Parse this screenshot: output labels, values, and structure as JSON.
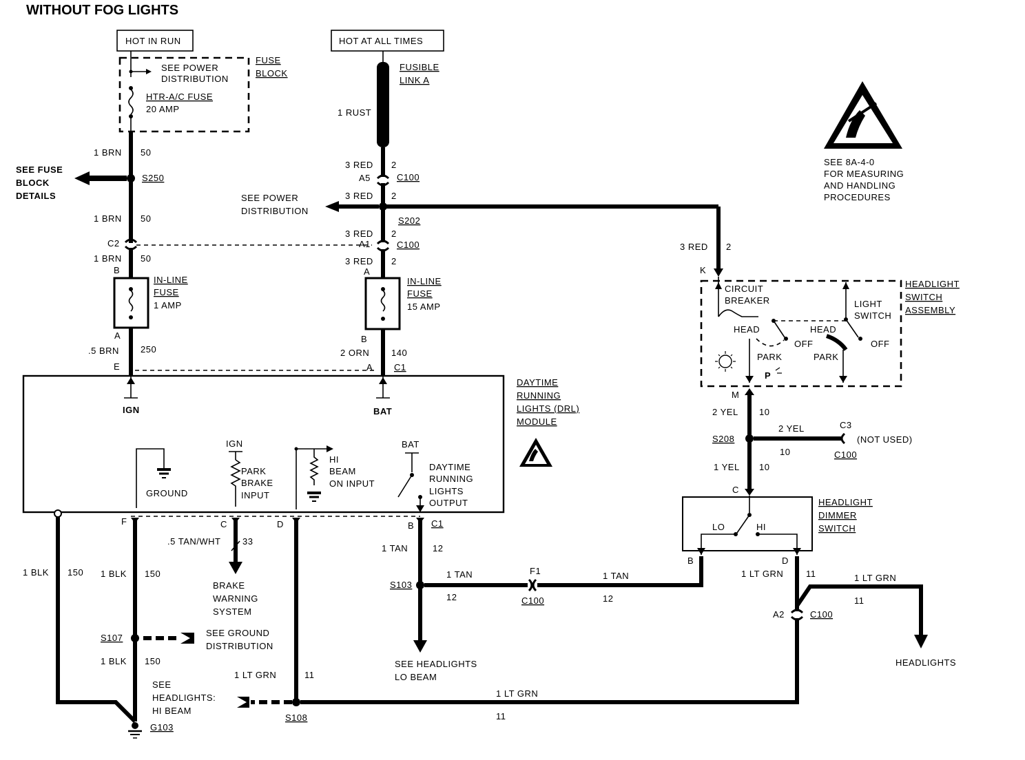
{
  "title": "WITHOUT FOG LIGHTS",
  "sources": {
    "hot_in_run": "HOT IN RUN",
    "hot_at_all_times": "HOT AT ALL TIMES"
  },
  "fuse_block": {
    "label_1": "FUSE",
    "label_2": "BLOCK",
    "see_power_1": "SEE POWER",
    "see_power_2": "DISTRIBUTION",
    "fuse_name": "HTR-A/C FUSE",
    "fuse_rating": "20 AMP"
  },
  "fusible_link": {
    "line1": "FUSIBLE",
    "line2": "LINK A",
    "wire": "1 RUST"
  },
  "esd": {
    "line1": "SEE 8A-4-0",
    "line2": "FOR MEASURING",
    "line3": "AND HANDLING",
    "line4": "PROCEDURES"
  },
  "left_branch": {
    "see_fuse_1": "SEE FUSE",
    "see_fuse_2": "BLOCK",
    "see_fuse_3": "DETAILS",
    "w1": "1 BRN",
    "c1": "50",
    "s250": "S250",
    "w2": "1 BRN",
    "c2": "50",
    "c2_conn": "C2",
    "w3": "1 BRN",
    "c3": "50",
    "pin_b": "B",
    "fuse_1": "IN-LINE",
    "fuse_2": "FUSE",
    "fuse_3": "1 AMP",
    "pin_a": "A",
    "w4": ".5 BRN",
    "c4": "250",
    "pin_e": "E"
  },
  "center_branch": {
    "w1": "3 RED",
    "c1": "2",
    "a5": "A5",
    "c100a": "C100",
    "w2": "3 RED",
    "c2": "2",
    "see_power_1": "SEE POWER",
    "see_power_2": "DISTRIBUTION",
    "s202": "S202",
    "w3": "3 RED",
    "c3": "2",
    "a1": "A1",
    "c100b": "C100",
    "w4": "3 RED",
    "c4": "2",
    "pin_a": "A",
    "fuse_1": "IN-LINE",
    "fuse_2": "FUSE",
    "fuse_3": "15 AMP",
    "pin_b": "B",
    "w5": "2 ORN",
    "c5": "140",
    "pin_a2": "A",
    "c1_conn": "C1"
  },
  "drl_module": {
    "label_1": "DAYTIME",
    "label_2": "RUNNING",
    "label_3": "LIGHTS (DRL)",
    "label_4": "MODULE",
    "ign": "IGN",
    "bat": "BAT",
    "ground": "GROUND",
    "ign2": "IGN",
    "park_1": "PARK",
    "park_2": "BRAKE",
    "park_3": "INPUT",
    "hi_1": "HI",
    "hi_2": "BEAM",
    "hi_3": "ON INPUT",
    "bat2": "BAT",
    "drl_1": "DAYTIME",
    "drl_2": "RUNNING",
    "drl_3": "LIGHTS",
    "drl_4": "OUTPUT"
  },
  "headlight_switch": {
    "w": "3 RED",
    "c": "2",
    "pin_k": "K",
    "cb_1": "CIRCUIT",
    "cb_2": "BREAKER",
    "head1": "HEAD",
    "off1": "OFF",
    "park1": "PARK",
    "ls_1": "LIGHT",
    "ls_2": "SWITCH",
    "head2": "HEAD",
    "off2": "OFF",
    "park2": "PARK",
    "asm_1": "HEADLIGHT",
    "asm_2": "SWITCH",
    "asm_3": "ASSEMBLY",
    "p_symbol": "P",
    "pin_m": "M"
  },
  "yel_branch": {
    "w1": "2 YEL",
    "c1": "10",
    "s208": "S208",
    "w2": "2 YEL",
    "c2": "10",
    "c3": "C3",
    "not_used": "(NOT USED)",
    "c100": "C100",
    "w3": "1 YEL",
    "c3b": "10",
    "pin_c": "C"
  },
  "dimmer": {
    "label_1": "HEADLIGHT",
    "label_2": "DIMMER",
    "label_3": "SWITCH",
    "lo": "LO",
    "hi": "HI",
    "pin_b": "B",
    "pin_d": "D"
  },
  "bottom": {
    "f": "F",
    "c1": "C1",
    "pin_c": "C",
    "pin_d": "D",
    "pin_b": "B",
    "w_blk1": "1 BLK",
    "c_blk1": "150",
    "w_blk2": "1 BLK",
    "c_blk2": "150",
    "w_tan": ".5 TAN/WHT",
    "c_tan": "33",
    "bw_1": "BRAKE",
    "bw_2": "WARNING",
    "bw_3": "SYSTEM",
    "s107": "S107",
    "see_gnd_1": "SEE GROUND",
    "see_gnd_2": "DISTRIBUTION",
    "w_blk3": "1 BLK",
    "c_blk3": "150",
    "see_hl_1": "SEE",
    "see_hl_2": "HEADLIGHTS:",
    "see_hl_3": "HI BEAM",
    "g103": "G103",
    "w_ltgrn1": "1 LT GRN",
    "c_ltgrn1": "11",
    "s108": "S108",
    "w_tan1": "1 TAN",
    "c_tan1": "12",
    "s103": "S103",
    "w_tan2": "1 TAN",
    "c_tan2": "12",
    "f1": "F1",
    "c100": "C100",
    "w_tan3": "1 TAN",
    "c_tan3": "12",
    "see_lo_1": "SEE HEADLIGHTS",
    "see_lo_2": "LO BEAM",
    "w_ltgrn2": "1 LT GRN",
    "c_ltgrn2": "11",
    "w_ltgrn3": "1 LT GRN",
    "c_ltgrn3": "11",
    "a2": "A2",
    "c100b": "C100",
    "w_ltgrn4": "1 LT GRN",
    "c_ltgrn4": "11",
    "headlights": "HEADLIGHTS"
  }
}
